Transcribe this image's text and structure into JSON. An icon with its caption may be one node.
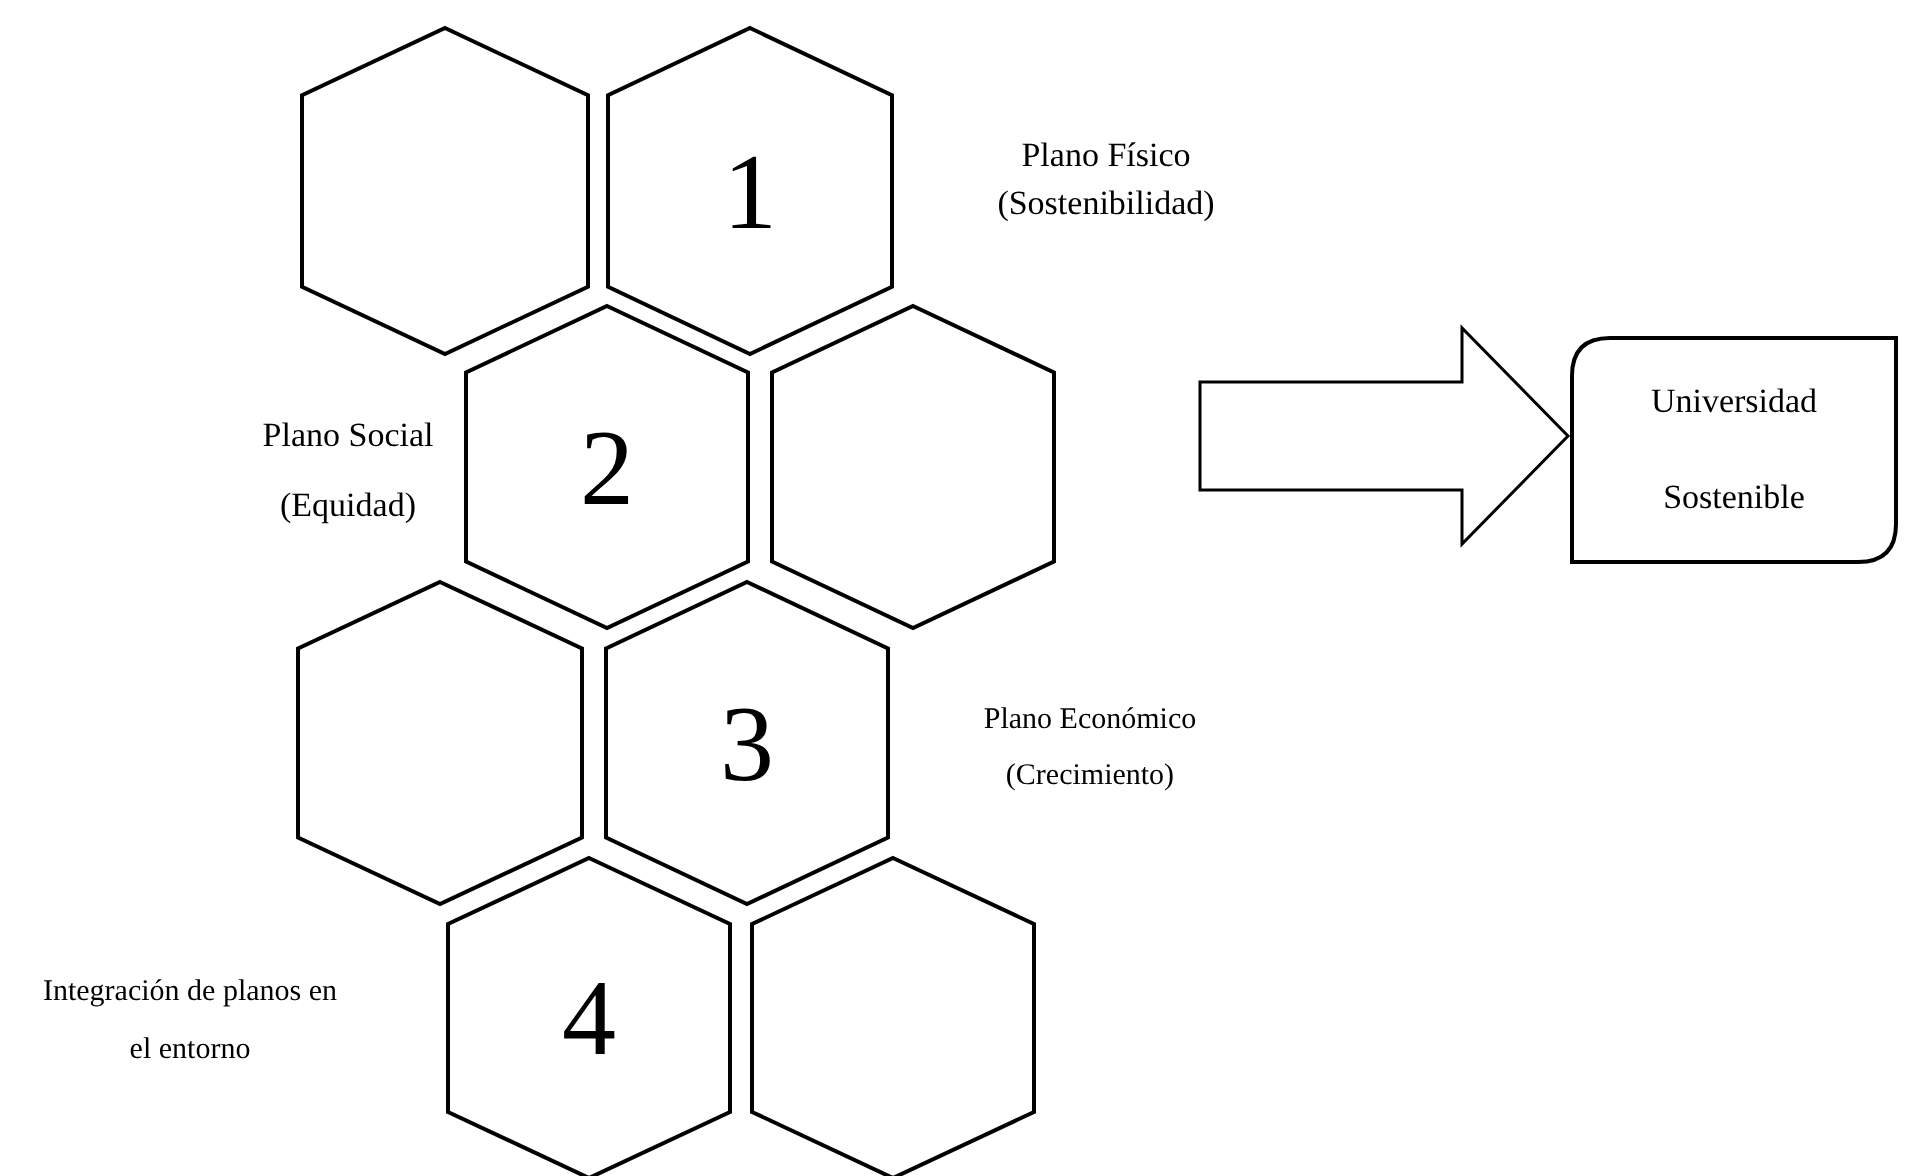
{
  "diagram": {
    "nodes": [
      {
        "text": [],
        "shape": "hexagon"
      },
      {
        "text": [
          "1"
        ],
        "beside": [
          "Plano Físico (Sostenibilidad)"
        ]
      },
      {
        "text": [
          "2"
        ],
        "beside": [
          "Plano Social (Equidad)"
        ]
      },
      {
        "text": [],
        "shape": "hexagon"
      },
      {
        "text": [],
        "shape": "hexagon"
      },
      {
        "text": [
          "3"
        ],
        "beside": [
          "Plano Económico (Crecimiento)"
        ]
      },
      {
        "text": [
          "4"
        ],
        "beside": [
          "Integración de planos en el entorno"
        ]
      },
      {
        "text": [],
        "shape": "hexagon"
      },
      {
        "text": [
          "Universidad Sostenible"
        ]
      }
    ],
    "edges": [
      {
        "from": null,
        "to": 8,
        "arrow": "to"
      }
    ]
  }
}
